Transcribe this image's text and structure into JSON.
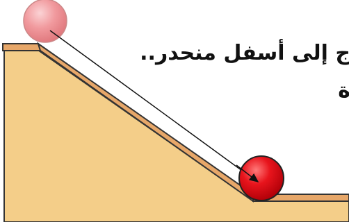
{
  "caption": {
    "line1": "ج إلى أسفل منحدر..",
    "line2": "ة"
  },
  "colors": {
    "ramp_fill": "#F4CE89",
    "ramp_top": "#E7A769",
    "outline": "#333333",
    "ball_red": "#E8141C",
    "ball_faded": "#F19A9E",
    "trajectory": "#111111"
  },
  "icons": {
    "start_ball": "faded-red-ball",
    "end_ball": "red-ball",
    "path": "arrow-line"
  }
}
